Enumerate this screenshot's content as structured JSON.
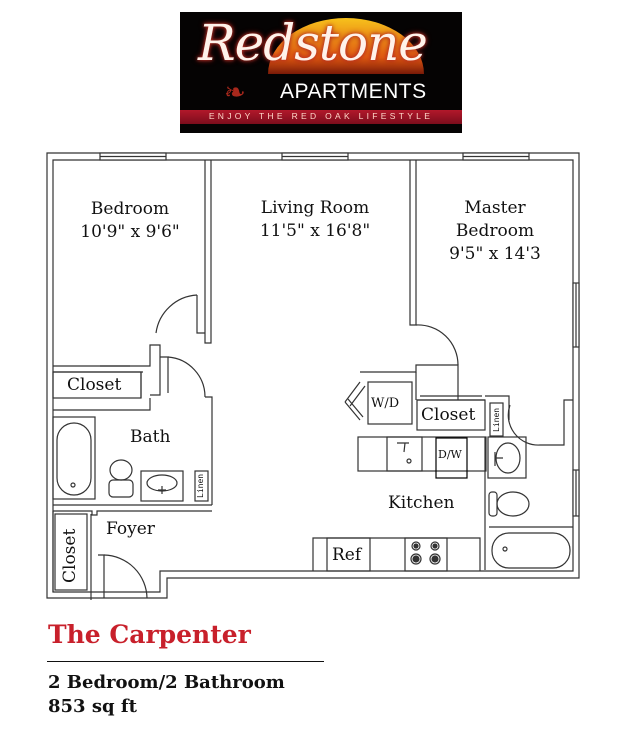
{
  "logo": {
    "name": "Redstone",
    "subtitle": "APARTMENTS",
    "tagline": "ENJOY THE RED OAK LIFESTYLE",
    "leaf_icon": "oak-leaf-icon",
    "colors": {
      "background": "#050303",
      "band": "#b2182b",
      "glow": "#f7c21c"
    }
  },
  "floorplan": {
    "rooms": [
      {
        "id": "bedroom",
        "name": "Bedroom",
        "dimensions": "10'9\" x 9'6\""
      },
      {
        "id": "living",
        "name": "Living Room",
        "dimensions": "11'5\" x 16'8\""
      },
      {
        "id": "master_line1",
        "name": "Master"
      },
      {
        "id": "master",
        "name": "Bedroom",
        "dimensions": "9'5\" x 14'3"
      },
      {
        "id": "bath",
        "name": "Bath"
      },
      {
        "id": "foyer",
        "name": "Foyer"
      },
      {
        "id": "kitchen",
        "name": "Kitchen"
      }
    ],
    "fixtures": {
      "closet_bedroom": "Closet",
      "closet_master": "Closet",
      "closet_foyer": "Closet",
      "linen_bath": "Linen",
      "linen_master": "Linen",
      "washer_dryer": "W/D",
      "dishwasher": "D/W",
      "refrigerator": "Ref"
    }
  },
  "footer": {
    "plan_name": "The Carpenter",
    "layout": "2 Bedroom/2 Bathroom",
    "area": "853 sq ft",
    "title_color": "#c8202b"
  }
}
